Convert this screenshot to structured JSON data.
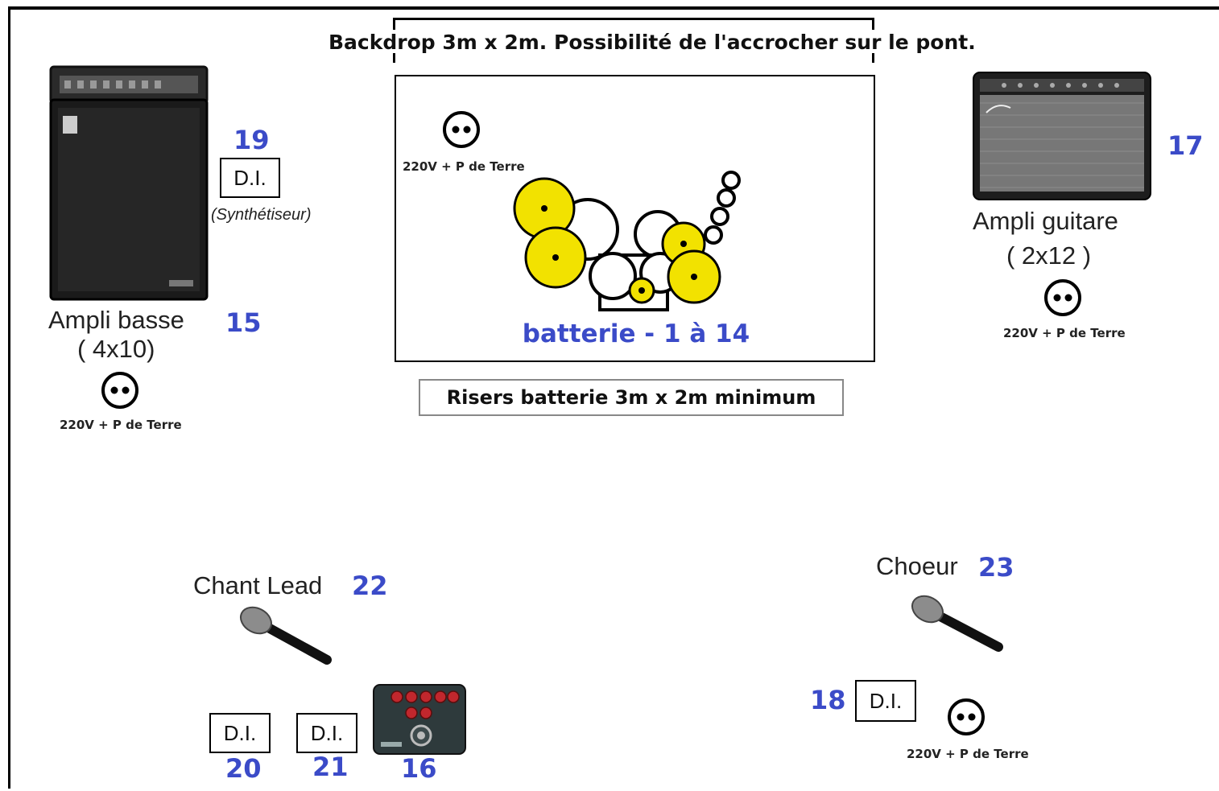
{
  "backdrop": {
    "label": "Backdrop 3m x 2m. Possibilité de l'accrocher sur le pont."
  },
  "drum_riser": {
    "power_label": "220V + P de Terre",
    "drums_label": "batterie - 1 à 14",
    "risers_label": "Risers batterie 3m x 2m minimum"
  },
  "bass": {
    "name": "Ampli basse",
    "spec": "( 4x10)",
    "channel": "15",
    "power_label": "220V + P de Terre",
    "di_label": "D.I.",
    "di_channel": "19",
    "di_note": "(Synthétiseur)"
  },
  "guitar": {
    "name": "Ampli guitare",
    "spec": "( 2x12 )",
    "channel": "17",
    "power_label": "220V + P de Terre"
  },
  "lead_vocal": {
    "name": "Chant Lead",
    "channel": "22",
    "di1_label": "D.I.",
    "di1_channel": "20",
    "di2_label": "D.I.",
    "di2_channel": "21",
    "pedal_channel": "16"
  },
  "backing_vocal": {
    "name": "Choeur",
    "channel": "23",
    "di_label": "D.I.",
    "di_channel": "18",
    "power_label": "220V + P de Terre"
  },
  "colors": {
    "channel_blue": "#3b4bc8",
    "cymbal_yellow": "#f2e200"
  }
}
